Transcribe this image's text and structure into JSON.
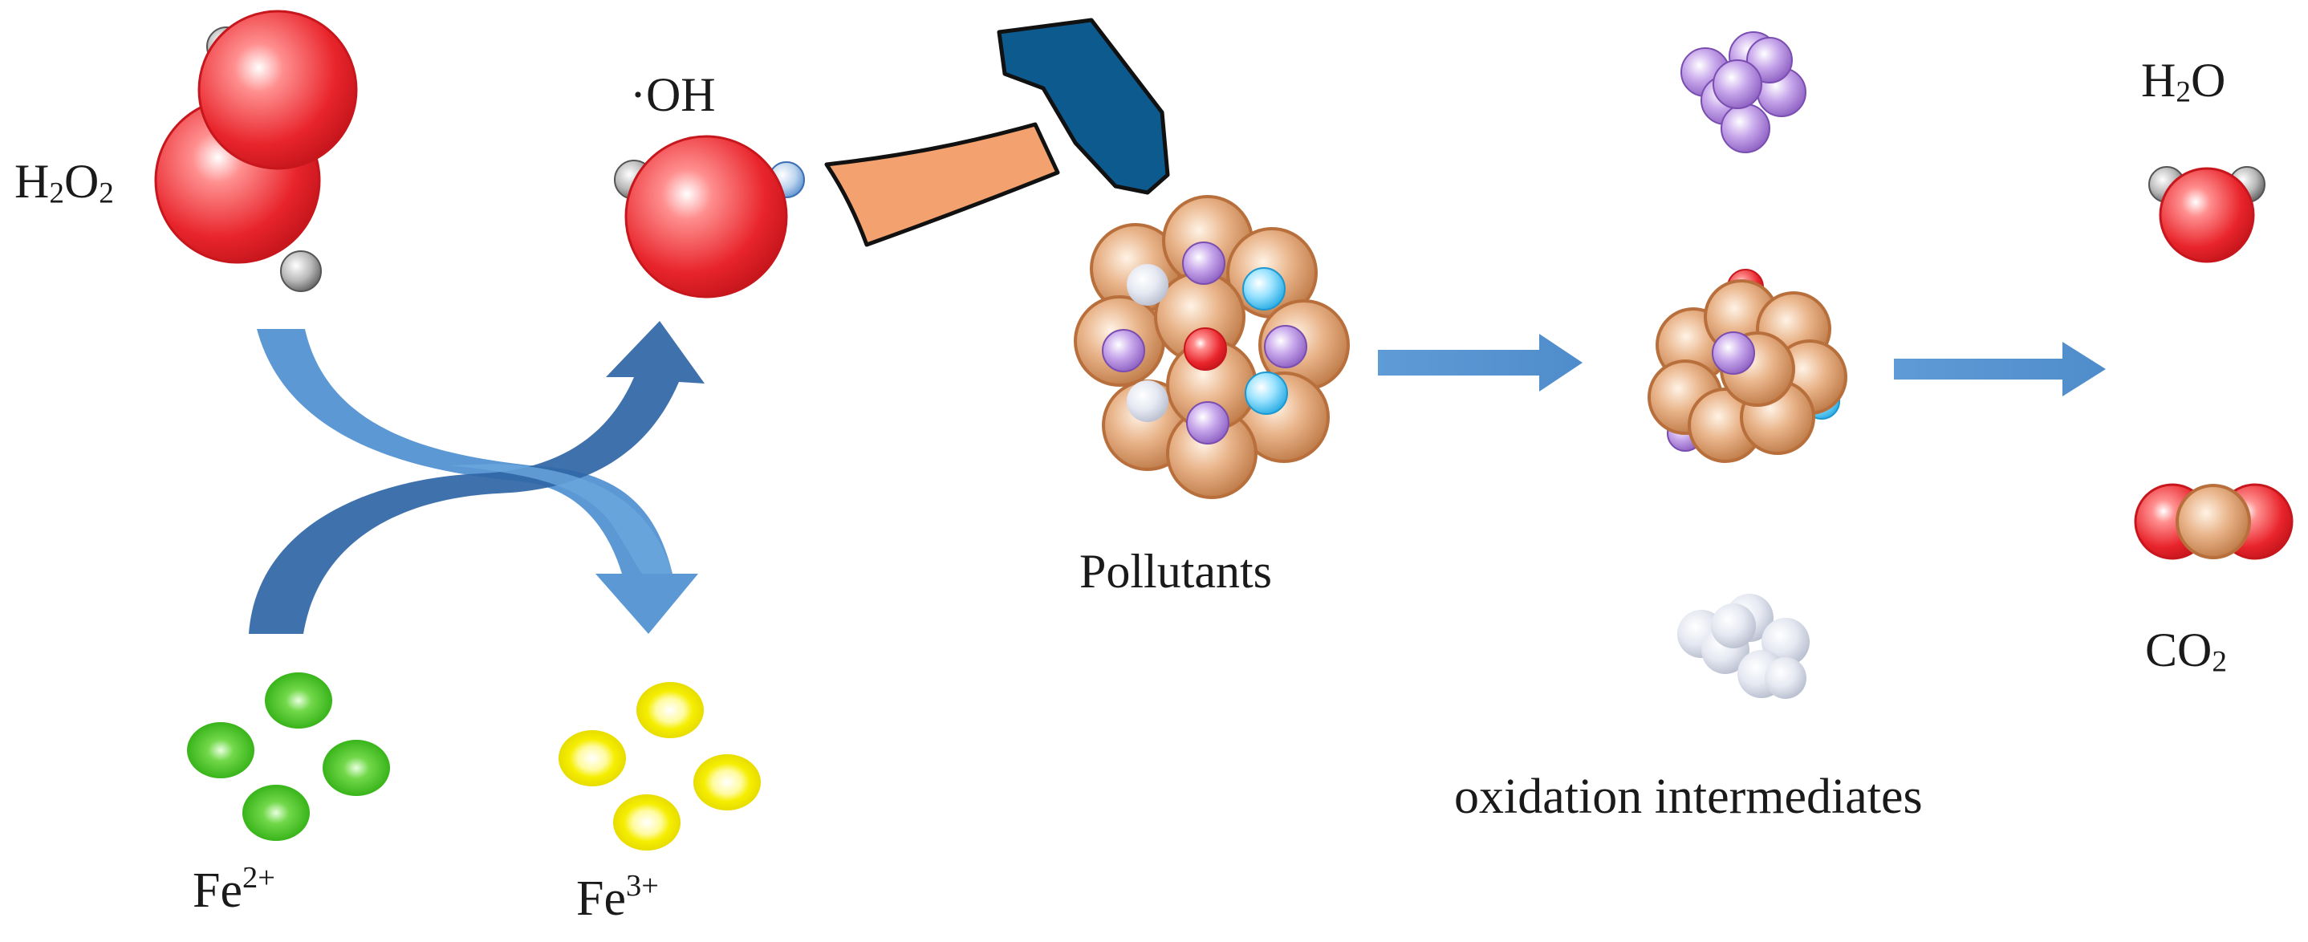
{
  "labels": {
    "h2o2": {
      "main": "H",
      "sub1": "2",
      "mid": "O",
      "sub2": "2"
    },
    "oh": "·OH",
    "fe2": {
      "base": "Fe",
      "sup": "2+"
    },
    "fe3": {
      "base": "Fe",
      "sup": "3+"
    },
    "pollutants": "Pollutants",
    "intermediates": "oxidation intermediates",
    "h2o": {
      "a": "H",
      "sub": "2",
      "b": "O"
    },
    "co2": {
      "a": "CO",
      "sub": "2"
    }
  },
  "colors": {
    "oxygen": "#e8242b",
    "hydrogen": "#8c8c8c",
    "iron_ii": "#3fc21f",
    "iron_iii": "#f2ee0e",
    "carbon_brown": "#c98a5a",
    "purple": "#8a5cc0",
    "cyan": "#38b8e8",
    "silver": "#c9cfe0",
    "arrow_dark": "#2f66a6",
    "arrow_light": "#5e9fd8",
    "hammer_head": "#0d5a8f",
    "hammer_handle": "#f0a070"
  }
}
